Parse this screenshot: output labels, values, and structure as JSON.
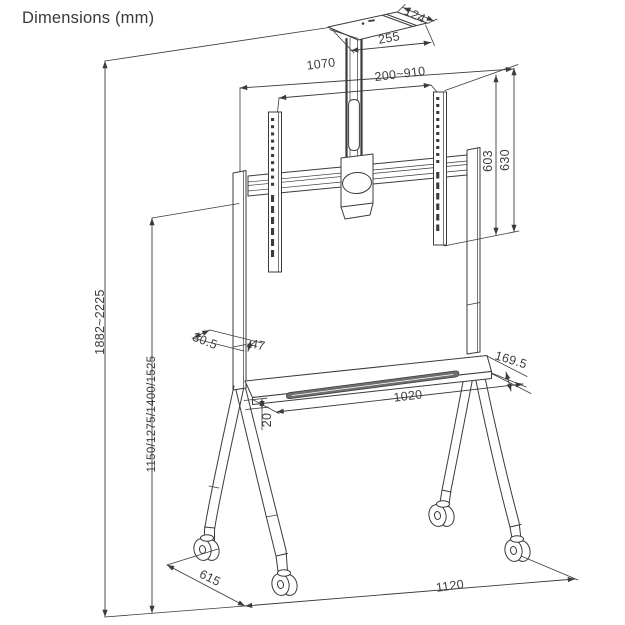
{
  "title": "Dimensions (mm)",
  "drawing_description": "Mobile TV floor stand line drawing with dimension callouts",
  "dims": {
    "top_plate_depth": "124",
    "top_plate_width": "255",
    "crossbar_width": "1070",
    "vesa_width_range": "200~910",
    "bracket_height_inner": "603",
    "bracket_height_outer": "630",
    "overall_height_range": "1882~2225",
    "screen_height_options": "1150/1275/1400/1525",
    "post_depth": "30.5",
    "post_width": "47",
    "shelf_depth": "169.5",
    "shelf_width": "1020",
    "shelf_thickness": "20",
    "base_depth": "615",
    "base_width": "1120"
  }
}
